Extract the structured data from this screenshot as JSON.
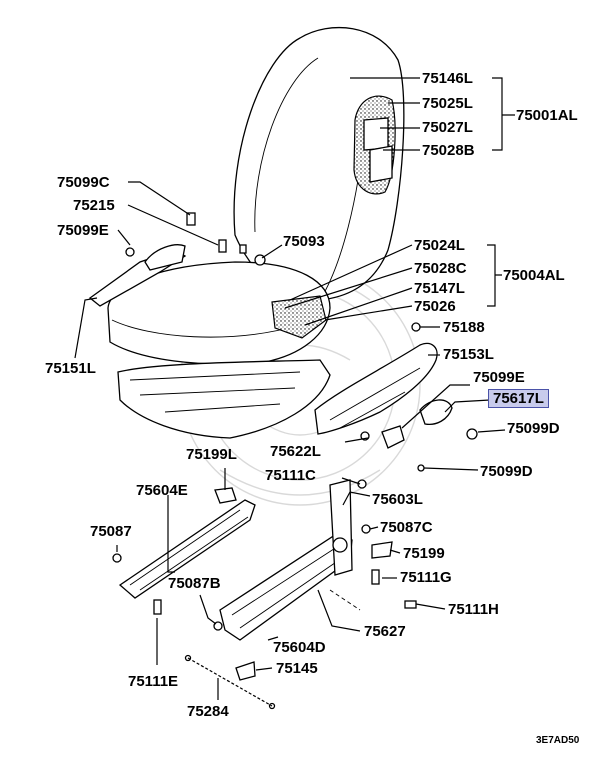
{
  "diagram": {
    "callouts": {
      "c75146L": "75146L",
      "c75025L": "75025L",
      "c75027L": "75027L",
      "c75028B": "75028B",
      "c75001AL": "75001AL",
      "c75099C": "75099C",
      "c75215": "75215",
      "c75099E_left": "75099E",
      "c75093": "75093",
      "c75024L": "75024L",
      "c75028C": "75028C",
      "c75147L": "75147L",
      "c75026": "75026",
      "c75004AL": "75004AL",
      "c75151L": "75151L",
      "c75188": "75188",
      "c75153L": "75153L",
      "c75099E_right": "75099E",
      "c75617L": "75617L",
      "c75099D_top": "75099D",
      "c75622L": "75622L",
      "c75099D_bottom": "75099D",
      "c75199L": "75199L",
      "c75111C": "75111C",
      "c75604E": "75604E",
      "c75603L": "75603L",
      "c75087": "75087",
      "c75087C": "75087C",
      "c75199": "75199",
      "c75087B": "75087B",
      "c75111G": "75111G",
      "c75111H": "75111H",
      "c75627": "75627",
      "c75604D": "75604D",
      "c75111E": "75111E",
      "c75145": "75145",
      "c75284": "75284"
    },
    "highlighted_part": "75617L",
    "highlight_color": "#c8cbec",
    "drawing_code": "3E7AD50"
  }
}
